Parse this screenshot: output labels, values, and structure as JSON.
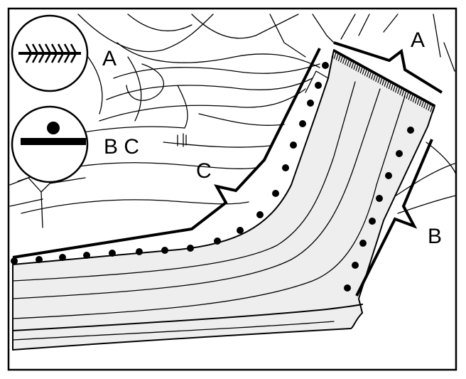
{
  "legend": [
    {
      "icon": "stitch-weld-icon",
      "label": "A"
    },
    {
      "icon": "spot-weld-icon",
      "label": "B C"
    }
  ],
  "callouts": [
    {
      "id": "seam-a",
      "label": "A"
    },
    {
      "id": "seam-b",
      "label": "B"
    },
    {
      "id": "seam-c",
      "label": "C"
    }
  ]
}
